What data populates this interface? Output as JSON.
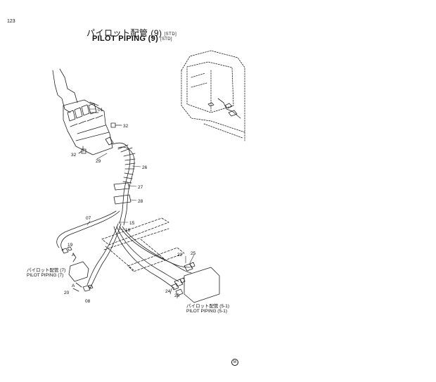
{
  "page_number": "123",
  "title": {
    "jp": "パイロット配管 (9)",
    "en": "PILOT PIPING (9)",
    "std_tag": "[STD]"
  },
  "references": {
    "piping_7": {
      "jp": "パイロット配管 (7)",
      "en": "PILOT PIPING (7)"
    },
    "piping_5_1": {
      "jp": "パイロット配管 (5-1)",
      "en": "PILOT PIPING (5-1)"
    }
  },
  "part_labels": [
    "01",
    "32",
    "32",
    "29",
    "26",
    "27",
    "28",
    "07",
    "15",
    "16",
    "19",
    "A",
    "A",
    "20",
    "08",
    "22",
    "25",
    "24",
    "23"
  ],
  "footer_mark": "M"
}
